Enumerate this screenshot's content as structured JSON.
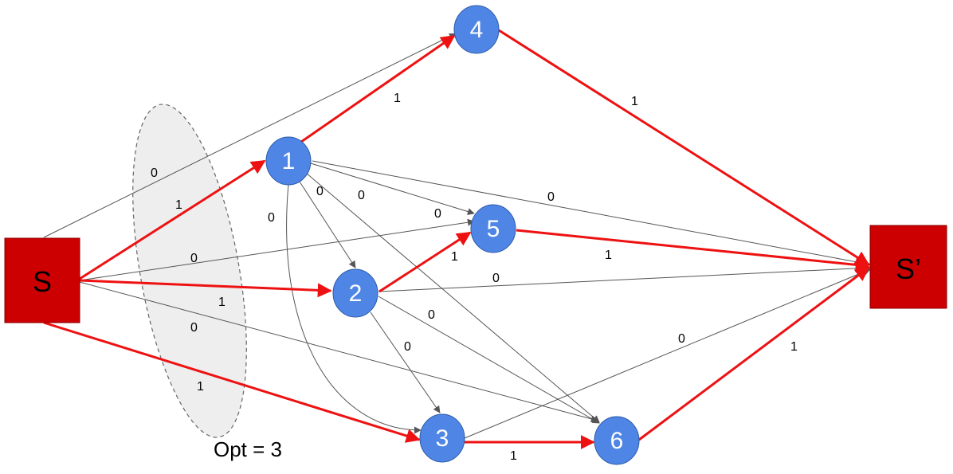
{
  "colors": {
    "node_fill": "#4f86e6",
    "node_stroke": "#2c5aa8",
    "terminal_fill": "#cc0000",
    "terminal_stroke": "#8b0000",
    "highlight_edge": "#ee1111",
    "plain_edge": "#555555",
    "ellipse_fill": "#eeeeee",
    "ellipse_stroke": "#666666"
  },
  "terminals": {
    "source": "S",
    "sink": "S’"
  },
  "nodes": [
    "1",
    "2",
    "3",
    "4",
    "5",
    "6"
  ],
  "edge_labels": {
    "s_4": "0",
    "s_1": "1",
    "s_5": "0",
    "s_2": "1",
    "s_6": "0",
    "s_3": "1",
    "n1_4": "1",
    "n1_5": "0",
    "n1_2": "0",
    "n1_6": "0",
    "n1_3": "0",
    "n1_sink": "0",
    "n2_5": "1",
    "n2_sink": "0",
    "n2_6": "0",
    "n2_3": "0",
    "n3_6": "1",
    "n3_sink": "0",
    "n4_sink": "1",
    "n5_sink": "1",
    "n6_sink": "1"
  },
  "annotation": {
    "opt": "Opt = 3"
  }
}
